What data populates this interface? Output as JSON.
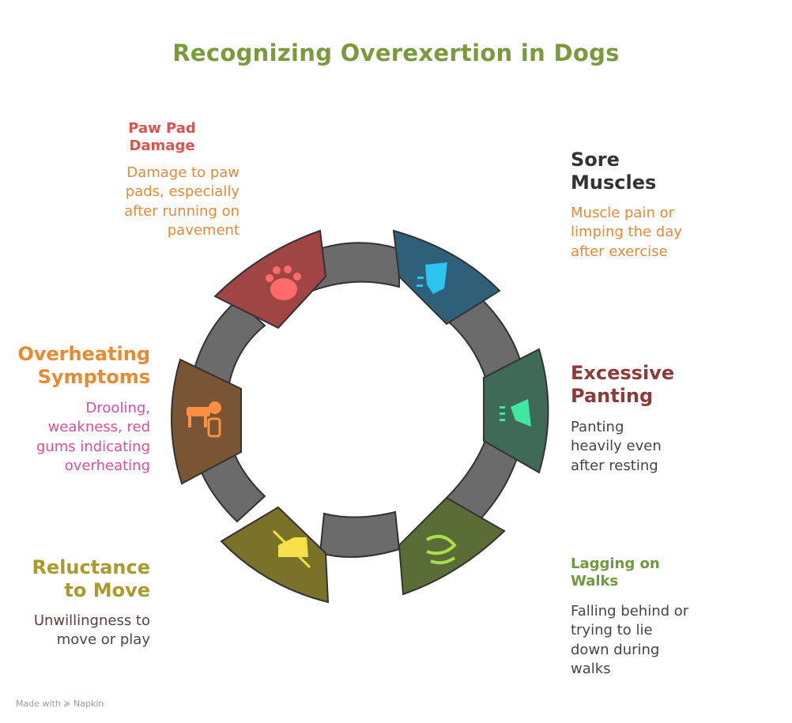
{
  "title": "Recognizing Overexertion in Dogs",
  "items": [
    {
      "heading": "Paw Pad Damage",
      "description": "Damage to paw pads, especially after running on pavement",
      "icon": "paw-icon",
      "segment_color": "#a04544",
      "icon_color": "#ff6b6b",
      "heading_color": "#d9544f",
      "text_color": "#e6893a"
    },
    {
      "heading": "Sore Muscles",
      "description": "Muscle pain or limping the day after exercise",
      "icon": "dog-head-pain-icon",
      "segment_color": "#2f6079",
      "icon_color": "#2ec4f0",
      "heading_color": "#333333",
      "text_color": "#e6893a"
    },
    {
      "heading": "Excessive Panting",
      "description": "Panting heavily even after resting",
      "icon": "dog-panting-icon",
      "segment_color": "#3f6b56",
      "icon_color": "#3ee8a0",
      "heading_color": "#8e3a3a",
      "text_color": "#444444"
    },
    {
      "heading": "Lagging on Walks",
      "description": "Falling behind or trying to lie down during walks",
      "icon": "dog-leash-icon",
      "segment_color": "#5b6d36",
      "icon_color": "#a6e04a",
      "heading_color": "#6f9a3c",
      "text_color": "#444444"
    },
    {
      "heading": "Reluctance to Move",
      "description": "Unwillingness to move or play",
      "icon": "no-dog-icon",
      "segment_color": "#7a7228",
      "icon_color": "#f5e04a",
      "heading_color": "#a89b2b",
      "text_color": "#5a4040"
    },
    {
      "heading": "Overheating Symptoms",
      "description": "Drooling, weakness, red gums indicating overheating",
      "icon": "dog-thermometer-icon",
      "segment_color": "#7a5533",
      "icon_color": "#ff9040",
      "heading_color": "#e88a30",
      "text_color": "#d94f9c"
    }
  ],
  "watermark": "Made with ≽ Napkin"
}
